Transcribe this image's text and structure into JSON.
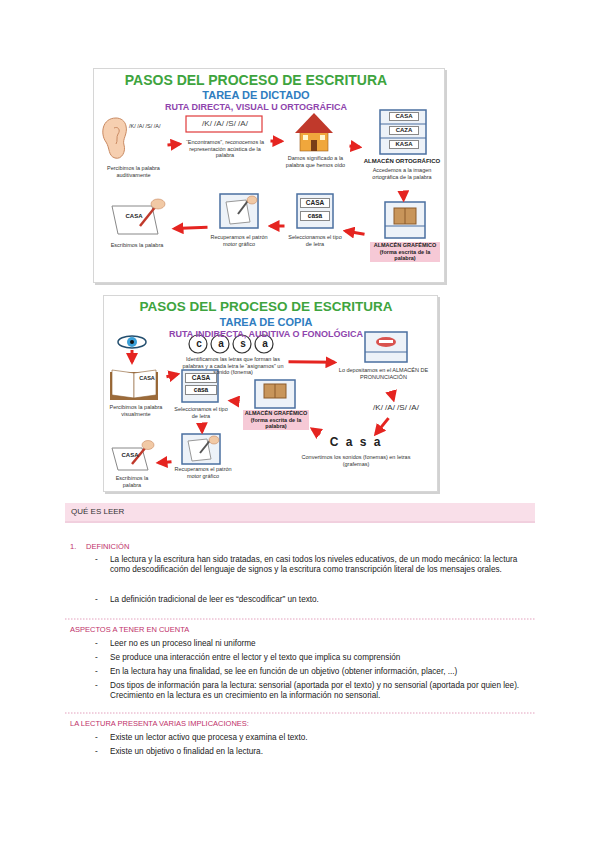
{
  "diagram": {
    "nodes": [
      {
        "text": [
          "PASOS DEL PROCESO DE ESCRITURA",
          "TAREA DE DICTADO",
          "RUTA DIRECTA, VISUAL U ORTOGRÁFICA"
        ]
      },
      {
        "text": [
          "/K/ /A/ /S/ /A/",
          "Percibimos la palabra auditivamente"
        ],
        "in": 0
      },
      {
        "text": [
          "/K/ /A/ /S/ /A/",
          "“Encontramos”, reconocemos la representación acústica de la palabra"
        ],
        "in": 0
      },
      {
        "text": [
          "Damos significado a la palabra que hemos oído"
        ],
        "in": 0
      },
      {
        "text": [
          "CASA",
          "CAZA",
          "KASA",
          "ALMACÉN ORTOGRÁFICO",
          "Accedemos a la imagen ortográfica de la palabra"
        ],
        "in": 0
      },
      {
        "text": [
          "ALMACÉN GRAFÉMICO (forma escrita de la palabra)"
        ],
        "in": 0
      },
      {
        "text": [
          "CASA",
          "casa",
          "Seleccionamos el tipo de letra"
        ],
        "in": 0
      },
      {
        "text": [
          "Recuperamos el patrón motor gráfico"
        ],
        "in": 0
      },
      {
        "text": [
          "CASA",
          "Escribimos la palabra"
        ],
        "in": 0
      },
      {
        "text": [
          "PASOS DEL PROCESO DE ESCRITURA",
          "TAREA DE COPIA",
          "RUTA INDIRECTA, AUDITIVA O FONOLÓGICA"
        ]
      },
      {
        "text": [
          "CASA",
          "Percibimos la palabra visualmente"
        ],
        "in": 9
      },
      {
        "text": [
          "c",
          "a",
          "s",
          "a",
          "Identificamos las letras que forman las palabras y a cada letra le “asignamos” un sonido (fonema)"
        ],
        "in": 9
      },
      {
        "text": [
          "Lo depositamos en el ALMACÉN DE PRONUNCIACIÓN"
        ],
        "in": 9
      },
      {
        "text": [
          "/K/ /A/ /S/ /A/"
        ],
        "in": 9
      },
      {
        "text": [
          "C a s a",
          "Convertimos los sonidos (fonemas) en letras (grafemas)"
        ],
        "in": 9
      },
      {
        "text": [
          "ALMACÉN GRAFÉMICO (forma escrita de la palabra)"
        ],
        "in": 9
      },
      {
        "text": [
          "CASA",
          "casa",
          "Seleccionamos el tipo de letra"
        ],
        "in": 9
      },
      {
        "text": [
          "Recuperamos el patrón motor gráfico"
        ],
        "in": 9
      },
      {
        "text": [
          "CASA",
          "Escribimos la palabra"
        ],
        "in": 9
      },
      {
        "text": [
          "QUÉ ES LEER"
        ]
      }
    ],
    "edges": [
      {
        "from": 1,
        "to": 2,
        "arrow": "to"
      },
      {
        "from": 2,
        "to": 3,
        "arrow": "to"
      },
      {
        "from": 3,
        "to": 4,
        "arrow": "to"
      },
      {
        "from": 4,
        "to": 5,
        "arrow": "to"
      },
      {
        "from": 5,
        "to": 6,
        "arrow": "to"
      },
      {
        "from": 6,
        "to": 7,
        "arrow": "to"
      },
      {
        "from": 7,
        "to": 8,
        "arrow": "to"
      },
      {
        "from": 10,
        "to": 11,
        "arrow": "to"
      },
      {
        "from": 11,
        "to": 12,
        "arrow": "to"
      },
      {
        "from": 12,
        "to": 13,
        "arrow": "to"
      },
      {
        "from": 13,
        "to": 14,
        "arrow": "to"
      },
      {
        "from": 14,
        "to": 15,
        "arrow": "to"
      },
      {
        "from": 15,
        "to": 16,
        "arrow": "to"
      },
      {
        "from": 16,
        "to": 17,
        "arrow": "to"
      },
      {
        "from": 17,
        "to": 18,
        "arrow": "to"
      }
    ],
    "labels": [
      "1.",
      "DEFINICIÓN",
      "-",
      "La lectura y la escritura han sido tratadas, en casi todos los niveles educativos, de un modo mecánico: la lectura como descodificación del lenguaje de signos y la escritura como transcripción literal de los mensajes orales.",
      "-",
      "La definición tradicional de leer es “descodificar” un texto.",
      "ASPECTOS A TENER EN CUENTA",
      "-",
      "Leer no es un proceso lineal ni uniforme",
      "-",
      "Se produce una interacción entre el lector y el texto que implica su comprensión",
      "-",
      "En la lectura hay una finalidad, se lee en función de un objetivo (obtener información, placer, ...)",
      "-",
      "Dos tipos de información para la lectura: sensorial (aportada por el texto) y no sensorial (aportada por quien lee). Crecimiento en la lectura es un crecimiento en la información no sensorial.",
      "LA LECTURA PRESENTA VARIAS IMPLICACIONES:",
      "-",
      "Existe un lector activo que procesa y examina el texto.",
      "-",
      "Existe un objetivo o finalidad en la lectura."
    ]
  }
}
